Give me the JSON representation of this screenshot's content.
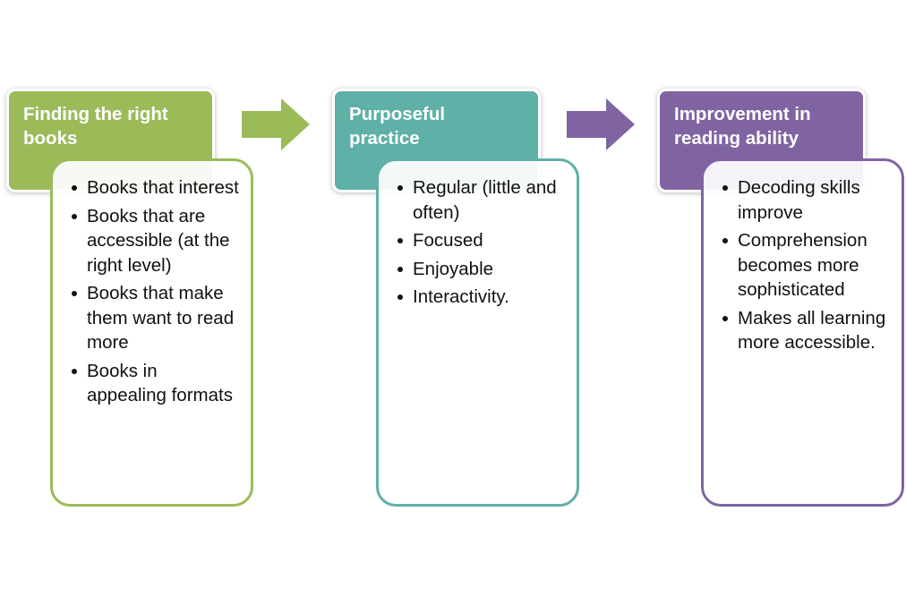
{
  "colors": {
    "stage1": "#9bbb59",
    "stage2": "#5fb0a7",
    "stage3": "#8064a2"
  },
  "stages": [
    {
      "title": "Finding the right\nbooks",
      "items": [
        "Books that interest",
        "Books that are accessible (at the right level)",
        "Books that make them want to read more",
        "Books in appealing formats"
      ]
    },
    {
      "title": "Purposeful\npractice",
      "items": [
        "Regular (little and often)",
        "Focused",
        "Enjoyable",
        "Interactivity."
      ]
    },
    {
      "title": "Improvement in\nreading ability",
      "items": [
        "Decoding skills improve",
        "Comprehension becomes more sophisticated",
        "Makes all learning more accessible."
      ]
    }
  ]
}
